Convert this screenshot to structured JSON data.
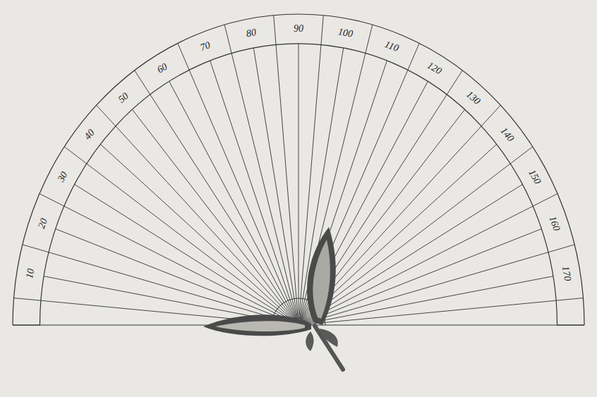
{
  "diagram": {
    "labels": [
      "10",
      "20",
      "30",
      "40",
      "50",
      "60",
      "70",
      "80",
      "90",
      "100",
      "110",
      "120",
      "130",
      "140",
      "150",
      "160",
      "170"
    ]
  }
}
